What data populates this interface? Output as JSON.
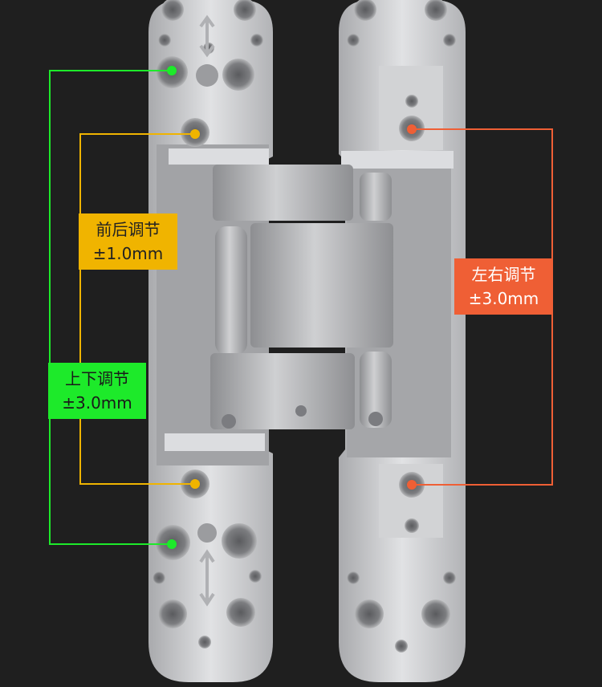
{
  "annotations": {
    "front_back": {
      "title": "前后调节",
      "value": "±1.0mm",
      "color": "#f0b400"
    },
    "up_down": {
      "title": "上下调节",
      "value": "±3.0mm",
      "color": "#1dea2a"
    },
    "left_right": {
      "title": "左右调节",
      "value": "±3.0mm",
      "color": "#ef5f35"
    }
  },
  "colors": {
    "background": "#1f1f1f",
    "metal": "#c9cacc"
  }
}
